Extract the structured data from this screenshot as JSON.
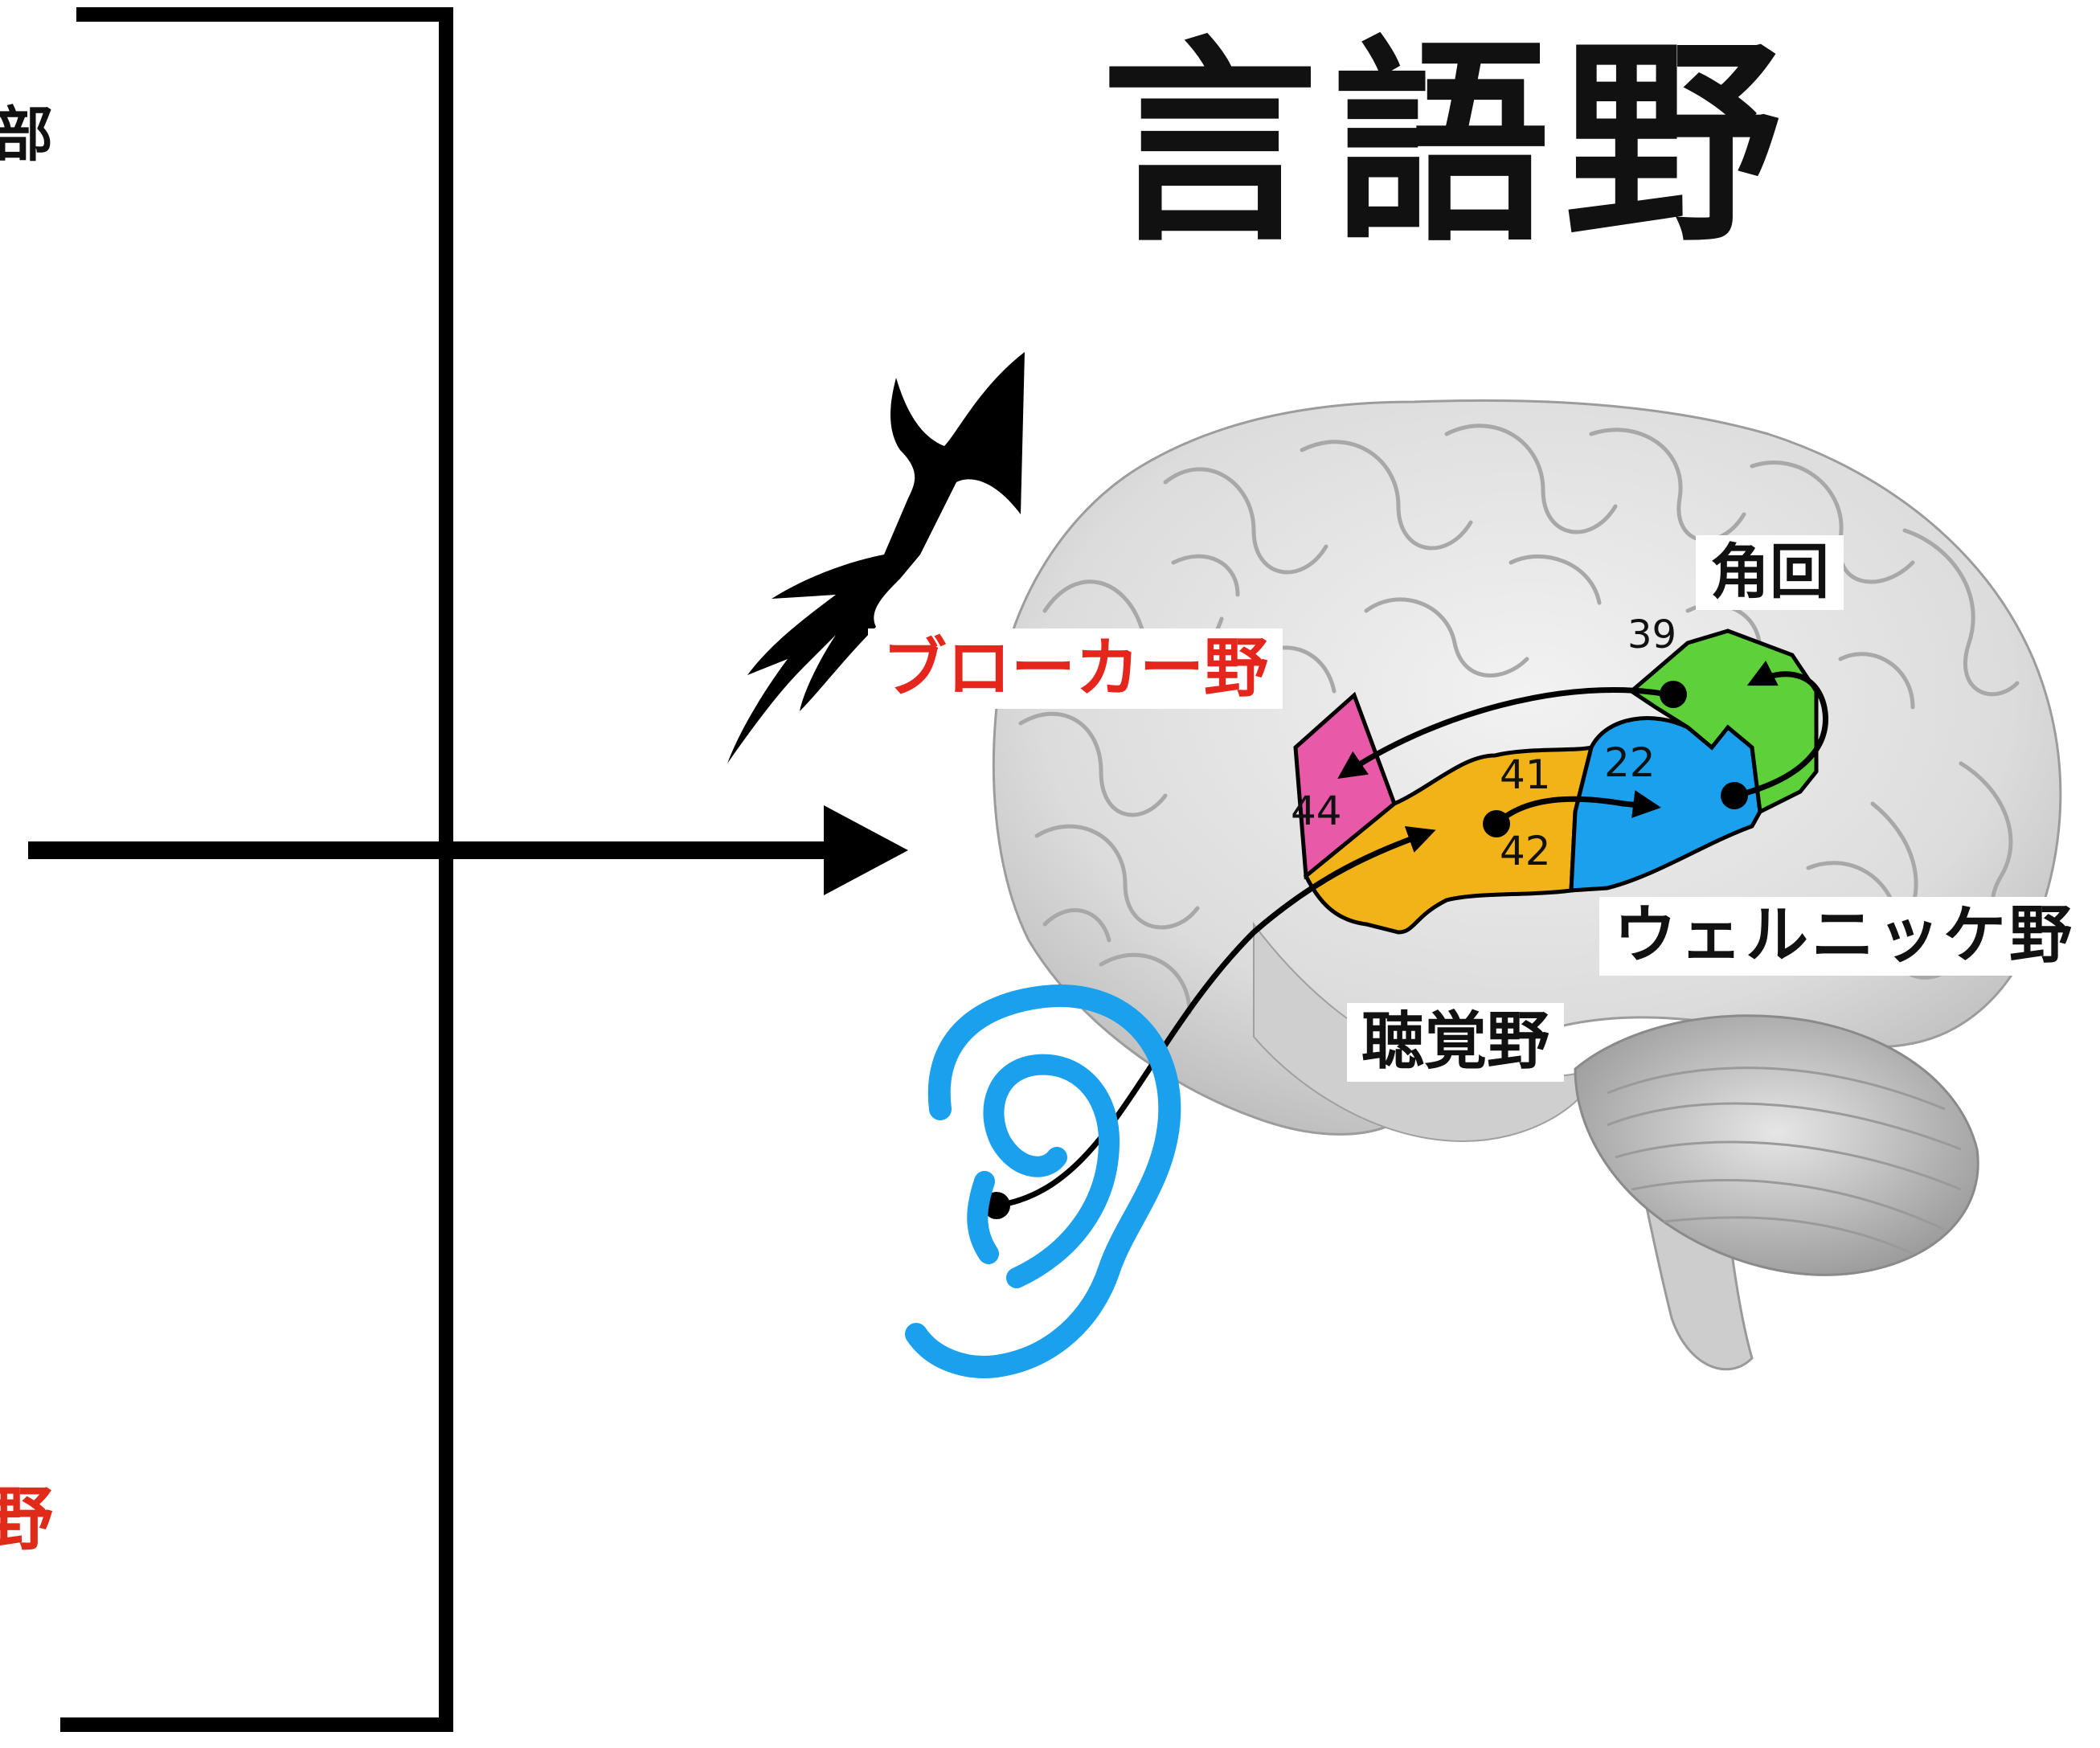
{
  "title": "言語野",
  "edge_text_top": "部",
  "edge_text_bottom": "野",
  "labels": {
    "broca": "ブローカー野",
    "angular_gyrus": "角回",
    "wernicke": "ウェルニッケ野",
    "auditory": "聴覚野"
  },
  "areas": {
    "a39": "39",
    "a44": "44",
    "a41": "41",
    "a42": "42",
    "a22": "22"
  },
  "icons": {
    "speech": "speech-mouth-icon",
    "ear": "ear-icon"
  },
  "colors": {
    "broca_area": "#e85aa8",
    "auditory_area": "#f2b318",
    "wernicke_area": "#1aa0ec",
    "angular_area": "#5ed13a",
    "ear": "#1aa0ec",
    "broca_label": "#e5261c",
    "brain": "#d9d9d9"
  }
}
